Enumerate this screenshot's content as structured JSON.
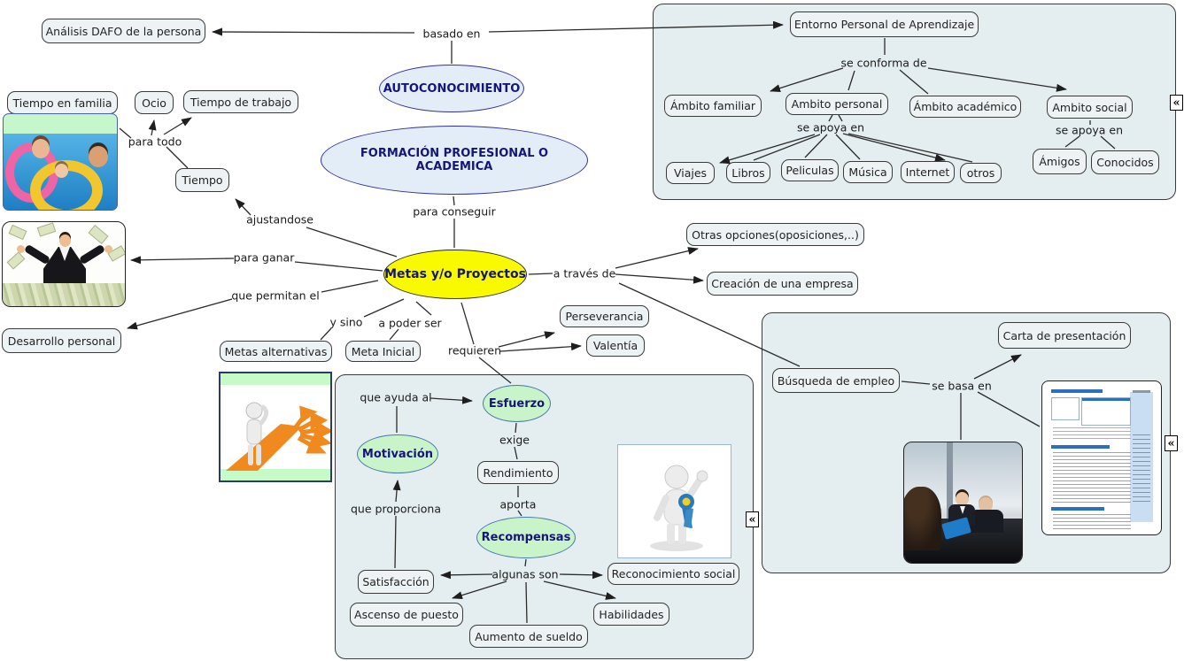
{
  "map_title": "Metas y/o Proyectos concept map",
  "colors": {
    "background": "#ffffff",
    "node_fill": "#edf3f5",
    "container_fill": "#e4eef1",
    "ellipse_blue_fill": "#e3edf7",
    "ellipse_green_fill": "#c9f4c9",
    "ellipse_yellow_fill": "#f9f900",
    "ellipse_border_navy": "#32329a",
    "ellipse_text_navy": "#15157a",
    "line_color": "#2b2b2b",
    "photo_green_band": "#c6f7cc",
    "road_orange": "#f08a1e",
    "award_ribbon_blue": "#2a7ab8",
    "cv_column_blue": "#c9def2"
  },
  "icons": {
    "collapse": "«"
  },
  "ellipses": {
    "autoconocimiento": "AUTOCONOCIMIENTO",
    "formacion": "FORMACIÓN PROFESIONAL O ACADEMICA",
    "metas": "Metas y/o Proyectos",
    "esfuerzo": "Esfuerzo",
    "motivacion": "Motivación",
    "recompensas": "Recompensas"
  },
  "nodes": {
    "analisis_dafo": "Análisis DAFO de la persona",
    "tiempo_en_familia": "Tiempo en familia",
    "ocio": "Ocio",
    "tiempo_de_trabajo": "Tiempo de trabajo",
    "tiempo": "Tiempo",
    "desarrollo_personal": "Desarrollo personal",
    "metas_alternativas": "Metas alternativas",
    "meta_inicial": "Meta Inicial",
    "perseverancia": "Perseverancia",
    "valentia": "Valentía",
    "otras_opciones": "Otras opciones(oposiciones,..)",
    "creacion_empresa": "Creación de una empresa",
    "entorno": "Entorno Personal de Aprendizaje",
    "ambito_familiar": "Ámbito familiar",
    "ambito_personal": "Ambito personal",
    "ambito_academico": "Ámbito académico",
    "ambito_social": "Ambito social",
    "viajes": "Viajes",
    "libros": "Libros",
    "peliculas": "Peliculas",
    "musica": "Música",
    "internet": "Internet",
    "otros": "otros",
    "amigos": "Ámigos",
    "conocidos": "Conocidos",
    "rendimiento": "Rendimiento",
    "satisfaccion": "Satisfacción",
    "ascenso": "Ascenso de puesto",
    "aumento": "Aumento de sueldo",
    "habilidades": "Habilidades",
    "reconocimiento": "Reconocimiento social",
    "busqueda": "Búsqueda de empleo",
    "carta": "Carta de presentación"
  },
  "links": {
    "basado_en": "basado en",
    "para_todo": "para todo",
    "ajustandose": "ajustandose",
    "para_conseguir": "para conseguir",
    "para_ganar": "para ganar",
    "que_permitan": "que permitan el",
    "y_sino": "y sino",
    "a_poder_ser": "a poder ser",
    "requieren": "requieren",
    "a_traves": "a través de",
    "se_conforma": "se conforma de",
    "se_apoya_personal": "se apoya en",
    "se_apoya_social": "se apoya en",
    "que_ayuda": "que ayuda al",
    "exige": "exige",
    "aporta": "aporta",
    "que_proporciona": "que proporciona",
    "algunas_son": "algunas son",
    "se_basa": "se basa en"
  },
  "images": {
    "family": "family-in-swimming-pool-photo",
    "money": "man-with-flying-money-photo",
    "decision": "figure-choosing-between-arrow-paths-image",
    "award": "figure-with-award-ribbon-image",
    "interview": "job-interview-photo",
    "cv": "curriculum-vitae-document-image"
  }
}
